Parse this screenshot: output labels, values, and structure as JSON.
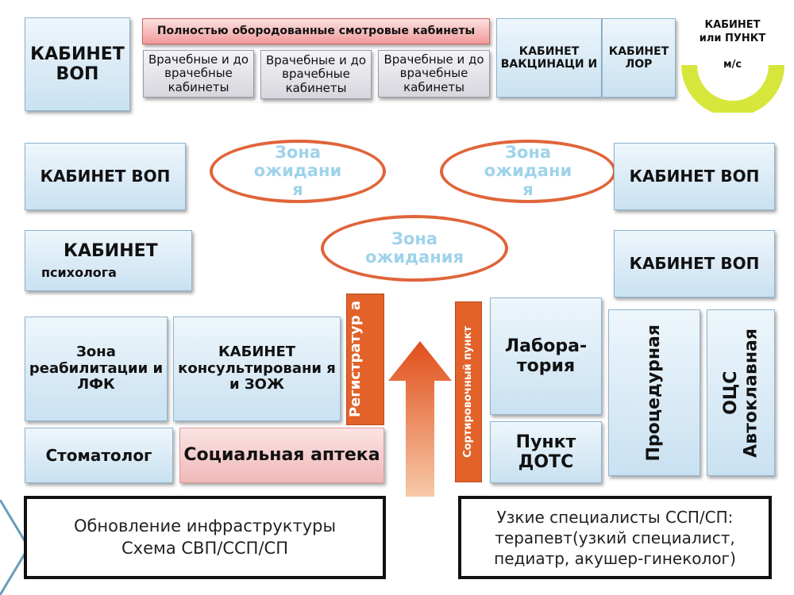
{
  "top": {
    "banner": "Полностью оборoдованные смотровые кабинеты",
    "doctor_rooms": [
      "Врачебные и до врачебные кабинеты",
      "Врачебные и до врачебные кабинеты",
      "Врачебные и до врачебные кабинеты"
    ],
    "vaccination": "КАБИНЕТ ВАКЦИНАЦИ И",
    "lor": "КАБИНЕТ ЛОР",
    "nurse_line1": "КАБИНЕТ",
    "nurse_line2": "или ПУНКТ",
    "nurse_line3": "м/с"
  },
  "vop": {
    "top_left_line1": "КАБИНЕТ",
    "top_left_line2": "ВОП",
    "left": "КАБИНЕТ ВОП",
    "right_top": "КАБИНЕТ ВОП",
    "right_mid": "КАБИНЕТ ВОП"
  },
  "psychologist": {
    "line1": "КАБИНЕТ",
    "line2": "психолога"
  },
  "waiting": [
    "Зона ожидани я",
    "Зона ожидани я",
    "Зона ожидания"
  ],
  "rehab": "Зона реабилитации и ЛФК",
  "consult": "КАБИНЕТ консультировани я и ЗОЖ",
  "registry": "Регистратур а",
  "sorting": "Сортировочный пункт",
  "lab": "Лабора- тория",
  "procedure": "Процедурная",
  "ocs_line1": "ОЦС",
  "ocs_line2": "Автоклавная",
  "dentist": "Стоматолог",
  "pharmacy": "Социальная аптека",
  "dots": "Пункт ДОТС",
  "footer_left_line1": "Обновление инфраструктуры",
  "footer_left_line2": "Схема СВП/ССП/СП",
  "footer_right_line1": "Узкие специалисты ССП/СП:",
  "footer_right_line2": "терапевт(узкий специалист,",
  "footer_right_line3": "педиатр, акушер-гинеколог)",
  "colors": {
    "accent_orange": "#e2622a",
    "oval_stroke": "#e0643a",
    "box_blue": "#c9e1f1",
    "nurse_yellow": "#d7e63a"
  }
}
